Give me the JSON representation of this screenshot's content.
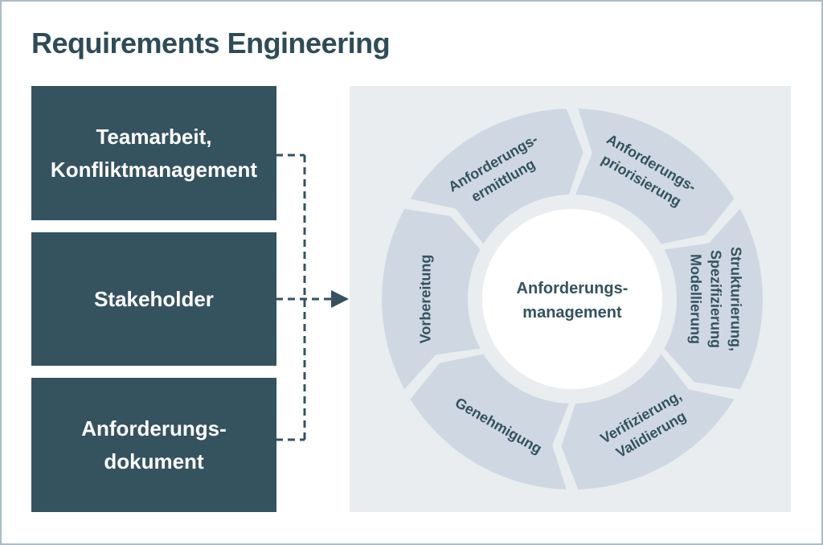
{
  "title": "Requirements Engineering",
  "colors": {
    "title_text": "#2e4b58",
    "box_fill": "#35525f",
    "box_text": "#ffffff",
    "panel_bg": "#e9edf0",
    "segment_fill": "#cfd8e2",
    "segment_text": "#33525f",
    "connector": "#35525f",
    "center_circle": "#ffffff",
    "page_border": "#a9bcc6"
  },
  "input_boxes": [
    {
      "label": "Teamarbeit,\nKonfliktmanagement"
    },
    {
      "label": "Stakeholder"
    },
    {
      "label": "Anforderungs-\ndokument"
    }
  ],
  "cycle": {
    "center_label": "Anforderungs-\nmanagement",
    "segments": [
      {
        "label": "Anforderungs-\nermittlung"
      },
      {
        "label": "Anforderungs-\npriorisierung"
      },
      {
        "label": "Strukturierung,\nSpezifizierung\nModellierung"
      },
      {
        "label": "Verifizierung,\nValidierung"
      },
      {
        "label": "Genehmigung"
      },
      {
        "label": "Vorbereitung"
      }
    ]
  }
}
